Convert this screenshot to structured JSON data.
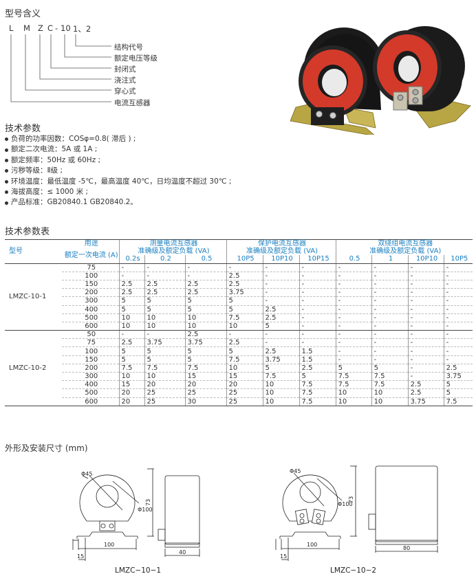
{
  "model_meaning": {
    "title": "型号含义",
    "code_letters": [
      "L",
      "M",
      "Z",
      "C",
      "-",
      "10",
      "1、2"
    ],
    "labels": [
      "结构代号",
      "额定电压等级",
      "封闭式",
      "浇注式",
      "穿心式",
      "电流互感器"
    ]
  },
  "tech_params": {
    "title": "技术参数",
    "items": [
      "负荷的功率因数：COSφ=0.8( 滞后 ) ;",
      "额定二次电流：5A 或 1A ;",
      "额定频率：50Hz 或 60Hz ;",
      "污秽等级：Ⅱ级 ;",
      "环境温度：最低温度 -5℃，最高温度 40℃，日均温度不超过 30℃ ;",
      "海拔高度：≤ 1000 米 ;",
      "产品标准：GB20840.1  GB20840.2。"
    ]
  },
  "table": {
    "title": "技术参数表",
    "model_header": "型号",
    "usage_header": "用途",
    "primary_current_header": "额定一次电流 (A)",
    "groups": [
      {
        "name": "测量电流互感器",
        "sub": "准确级及额定负载 (VA)",
        "classes": [
          "0.2s",
          "0.2",
          "0.5"
        ]
      },
      {
        "name": "保护电流互感器",
        "sub": "准确级及额定负载 (VA)",
        "classes": [
          "10P5",
          "10P10",
          "10P15"
        ]
      },
      {
        "name": "双绕组电流互感器",
        "sub": "准确级及额定负载 (VA)",
        "classes": [
          "0.5",
          "1",
          "10P10",
          "10P5"
        ]
      }
    ],
    "models": [
      {
        "name": "LMZC-10-1",
        "rows": [
          [
            "75",
            "-",
            "-",
            "-",
            "-",
            "-",
            "-",
            "-",
            "-",
            "-",
            "-"
          ],
          [
            "100",
            "-",
            "-",
            "-",
            "2.5",
            "-",
            "-",
            "-",
            "-",
            "-",
            "-"
          ],
          [
            "150",
            "2.5",
            "2.5",
            "2.5",
            "2.5",
            "-",
            "-",
            "-",
            "-",
            "-",
            "-"
          ],
          [
            "200",
            "2.5",
            "2.5",
            "2.5",
            "3.75",
            "-",
            "-",
            "-",
            "-",
            "-",
            "-"
          ],
          [
            "300",
            "5",
            "5",
            "5",
            "5",
            "-",
            "-",
            "-",
            "-",
            "-",
            "-"
          ],
          [
            "400",
            "5",
            "5",
            "5",
            "5",
            "2.5",
            "-",
            "-",
            "-",
            "-",
            "-"
          ],
          [
            "500",
            "10",
            "10",
            "10",
            "7.5",
            "2.5",
            "-",
            "-",
            "-",
            "-",
            "-"
          ],
          [
            "600",
            "10",
            "10",
            "10",
            "10",
            "5",
            "-",
            "-",
            "-",
            "-",
            "-"
          ]
        ]
      },
      {
        "name": "LMZC-10-2",
        "rows": [
          [
            "50",
            "-",
            "-",
            "2.5",
            "-",
            "-",
            "-",
            "-",
            "-",
            "-",
            "-"
          ],
          [
            "75",
            "2.5",
            "3.75",
            "3.75",
            "2.5",
            "-",
            "-",
            "-",
            "-",
            "-",
            "-"
          ],
          [
            "100",
            "5",
            "5",
            "5",
            "5",
            "2.5",
            "1.5",
            "-",
            "-",
            "-",
            "-"
          ],
          [
            "150",
            "5",
            "5",
            "5",
            "7.5",
            "3.75",
            "1.5",
            "-",
            "-",
            "-",
            "-"
          ],
          [
            "200",
            "7.5",
            "7.5",
            "7.5",
            "10",
            "5",
            "2.5",
            "5",
            "5",
            "-",
            "2.5"
          ],
          [
            "300",
            "10",
            "10",
            "15",
            "15",
            "7.5",
            "5",
            "7.5",
            "7.5",
            "-",
            "3.75"
          ],
          [
            "400",
            "15",
            "20",
            "20",
            "20",
            "10",
            "7.5",
            "7.5",
            "7.5",
            "2.5",
            "5"
          ],
          [
            "500",
            "20",
            "25",
            "25",
            "25",
            "10",
            "7.5",
            "10",
            "10",
            "2.5",
            "5"
          ],
          [
            "600",
            "20",
            "25",
            "30",
            "25",
            "10",
            "7.5",
            "10",
            "10",
            "3.75",
            "7.5"
          ]
        ]
      }
    ]
  },
  "drawings": {
    "title": "外形及安装尺寸 (mm)",
    "items": [
      {
        "caption": "LMZC−10−1",
        "dims": {
          "hole": "Φ45",
          "outer": "Φ100",
          "height": "73",
          "base_width": "100",
          "foot": "15",
          "depth": "40"
        }
      },
      {
        "caption": "LMZC−10−2",
        "dims": {
          "hole": "Φ45",
          "outer": "Φ100",
          "height": "73",
          "base_width": "100",
          "foot": "15",
          "depth": "80"
        }
      }
    ]
  },
  "colors": {
    "accent": "#1a7fc0",
    "resin_red": "#d33a2a",
    "body_black": "#1b1b1b"
  }
}
